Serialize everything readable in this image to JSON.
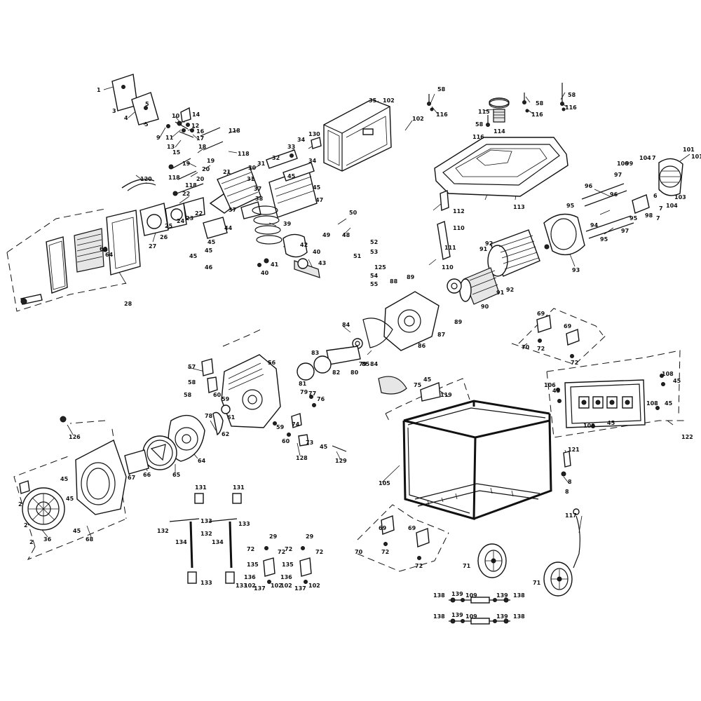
{
  "diagram": {
    "type": "exploded-parts-diagram",
    "callouts": [
      {
        "id": "c1",
        "text": "1"
      },
      {
        "id": "c2",
        "text": "3"
      },
      {
        "id": "c3",
        "text": "4"
      },
      {
        "id": "c4",
        "text": "5"
      },
      {
        "id": "c5",
        "text": "5"
      },
      {
        "id": "c6",
        "text": "9"
      },
      {
        "id": "c7",
        "text": "10"
      },
      {
        "id": "c8",
        "text": "11"
      },
      {
        "id": "c9",
        "text": "12"
      },
      {
        "id": "c10",
        "text": "13"
      },
      {
        "id": "c11",
        "text": "14"
      },
      {
        "id": "c12",
        "text": "15"
      },
      {
        "id": "c13",
        "text": "16"
      },
      {
        "id": "c14",
        "text": "17"
      },
      {
        "id": "c15",
        "text": "18"
      },
      {
        "id": "c16",
        "text": "19"
      },
      {
        "id": "c17",
        "text": "19"
      },
      {
        "id": "c18",
        "text": "20"
      },
      {
        "id": "c19",
        "text": "20"
      },
      {
        "id": "c20",
        "text": "118"
      },
      {
        "id": "c21",
        "text": "118"
      },
      {
        "id": "c22",
        "text": "118"
      },
      {
        "id": "c23",
        "text": "118"
      },
      {
        "id": "c24",
        "text": "120"
      },
      {
        "id": "c25",
        "text": "21"
      },
      {
        "id": "c26",
        "text": "22"
      },
      {
        "id": "c27",
        "text": "22"
      },
      {
        "id": "c28",
        "text": "23"
      },
      {
        "id": "c29",
        "text": "24"
      },
      {
        "id": "c30",
        "text": "25"
      },
      {
        "id": "c31",
        "text": "26"
      },
      {
        "id": "c32",
        "text": "27"
      },
      {
        "id": "c33",
        "text": "28"
      },
      {
        "id": "c34",
        "text": "30"
      },
      {
        "id": "c35",
        "text": "31"
      },
      {
        "id": "c36",
        "text": "31"
      },
      {
        "id": "c37",
        "text": "32"
      },
      {
        "id": "c38",
        "text": "33"
      },
      {
        "id": "c39",
        "text": "34"
      },
      {
        "id": "c40",
        "text": "34"
      },
      {
        "id": "c41",
        "text": "130"
      },
      {
        "id": "c42",
        "text": "35"
      },
      {
        "id": "c43",
        "text": "102"
      },
      {
        "id": "c44",
        "text": "102"
      },
      {
        "id": "c45",
        "text": "37"
      },
      {
        "id": "c46",
        "text": "37"
      },
      {
        "id": "c47",
        "text": "38"
      },
      {
        "id": "c48",
        "text": "39"
      },
      {
        "id": "c49",
        "text": "40"
      },
      {
        "id": "c50",
        "text": "40"
      },
      {
        "id": "c51",
        "text": "41"
      },
      {
        "id": "c52",
        "text": "42"
      },
      {
        "id": "c53",
        "text": "43"
      },
      {
        "id": "c54",
        "text": "44"
      },
      {
        "id": "c55",
        "text": "45"
      },
      {
        "id": "c56",
        "text": "45"
      },
      {
        "id": "c57",
        "text": "45"
      },
      {
        "id": "c58",
        "text": "46"
      },
      {
        "id": "c59",
        "text": "47"
      },
      {
        "id": "c60",
        "text": "48"
      },
      {
        "id": "c61",
        "text": "49"
      },
      {
        "id": "c62",
        "text": "50"
      },
      {
        "id": "c63",
        "text": "51"
      },
      {
        "id": "c64",
        "text": "52"
      },
      {
        "id": "c65",
        "text": "53"
      },
      {
        "id": "c66",
        "text": "54"
      },
      {
        "id": "c67",
        "text": "55"
      },
      {
        "id": "c68",
        "text": "125"
      },
      {
        "id": "c69",
        "text": "63"
      },
      {
        "id": "c70",
        "text": "64"
      },
      {
        "id": "c71",
        "text": "58"
      },
      {
        "id": "c72",
        "text": "116"
      },
      {
        "id": "c73",
        "text": "115"
      },
      {
        "id": "c74",
        "text": "114"
      },
      {
        "id": "c75",
        "text": "58"
      },
      {
        "id": "c76",
        "text": "116"
      },
      {
        "id": "c77",
        "text": "58"
      },
      {
        "id": "c78",
        "text": "116"
      },
      {
        "id": "c79",
        "text": "58"
      },
      {
        "id": "c80",
        "text": "116"
      },
      {
        "id": "c81",
        "text": "113"
      },
      {
        "id": "c82",
        "text": "112"
      },
      {
        "id": "c83",
        "text": "110"
      },
      {
        "id": "c84",
        "text": "111"
      },
      {
        "id": "c85",
        "text": "110"
      },
      {
        "id": "c86",
        "text": "100"
      },
      {
        "id": "c87",
        "text": "99"
      },
      {
        "id": "c88",
        "text": "104"
      },
      {
        "id": "c89",
        "text": "7"
      },
      {
        "id": "c90",
        "text": "101"
      },
      {
        "id": "c91",
        "text": "101"
      },
      {
        "id": "c92",
        "text": "103"
      },
      {
        "id": "c93",
        "text": "96"
      },
      {
        "id": "c94",
        "text": "97"
      },
      {
        "id": "c95",
        "text": "96"
      },
      {
        "id": "c96",
        "text": "95"
      },
      {
        "id": "c97",
        "text": "94"
      },
      {
        "id": "c98",
        "text": "95"
      },
      {
        "id": "c99",
        "text": "95"
      },
      {
        "id": "c100",
        "text": "97"
      },
      {
        "id": "c101",
        "text": "98"
      },
      {
        "id": "c102",
        "text": "7"
      },
      {
        "id": "c103",
        "text": "104"
      },
      {
        "id": "c104",
        "text": "6"
      },
      {
        "id": "c105",
        "text": "7"
      },
      {
        "id": "c106",
        "text": "93"
      },
      {
        "id": "c107",
        "text": "92"
      },
      {
        "id": "c108",
        "text": "91"
      },
      {
        "id": "c109",
        "text": "91"
      },
      {
        "id": "c110",
        "text": "92"
      },
      {
        "id": "c111",
        "text": "90"
      },
      {
        "id": "c112",
        "text": "89"
      },
      {
        "id": "c113",
        "text": "88"
      },
      {
        "id": "c114",
        "text": "89"
      },
      {
        "id": "c115",
        "text": "87"
      },
      {
        "id": "c116",
        "text": "86"
      },
      {
        "id": "c117",
        "text": "84"
      },
      {
        "id": "c118",
        "text": "85"
      },
      {
        "id": "c119",
        "text": "83"
      },
      {
        "id": "c120",
        "text": "82"
      },
      {
        "id": "c121",
        "text": "81"
      },
      {
        "id": "c122",
        "text": "79"
      },
      {
        "id": "c123",
        "text": "80"
      },
      {
        "id": "c124",
        "text": "84"
      },
      {
        "id": "c125",
        "text": "75"
      },
      {
        "id": "c126",
        "text": "45"
      },
      {
        "id": "c127",
        "text": "119"
      },
      {
        "id": "c128",
        "text": "70"
      },
      {
        "id": "c129",
        "text": "69"
      },
      {
        "id": "c130",
        "text": "69"
      },
      {
        "id": "c131",
        "text": "72"
      },
      {
        "id": "c132",
        "text": "72"
      },
      {
        "id": "c133",
        "text": "108"
      },
      {
        "id": "c134",
        "text": "45"
      },
      {
        "id": "c135",
        "text": "106"
      },
      {
        "id": "c136",
        "text": "45"
      },
      {
        "id": "c137",
        "text": "108"
      },
      {
        "id": "c138",
        "text": "45"
      },
      {
        "id": "c139",
        "text": "108"
      },
      {
        "id": "c140",
        "text": "45"
      },
      {
        "id": "c141",
        "text": "122"
      },
      {
        "id": "c142",
        "text": "121"
      },
      {
        "id": "c143",
        "text": "8"
      },
      {
        "id": "c144",
        "text": "8"
      },
      {
        "id": "c145",
        "text": "105"
      },
      {
        "id": "c146",
        "text": "117"
      },
      {
        "id": "c147",
        "text": "71"
      },
      {
        "id": "c148",
        "text": "71"
      },
      {
        "id": "c149",
        "text": "70"
      },
      {
        "id": "c150",
        "text": "69"
      },
      {
        "id": "c151",
        "text": "69"
      },
      {
        "id": "c152",
        "text": "72"
      },
      {
        "id": "c153",
        "text": "72"
      },
      {
        "id": "c154",
        "text": "138"
      },
      {
        "id": "c155",
        "text": "139"
      },
      {
        "id": "c156",
        "text": "109"
      },
      {
        "id": "c157",
        "text": "139"
      },
      {
        "id": "c158",
        "text": "138"
      },
      {
        "id": "c159",
        "text": "138"
      },
      {
        "id": "c160",
        "text": "139"
      },
      {
        "id": "c161",
        "text": "109"
      },
      {
        "id": "c162",
        "text": "139"
      },
      {
        "id": "c163",
        "text": "138"
      },
      {
        "id": "c164",
        "text": "57"
      },
      {
        "id": "c165",
        "text": "56"
      },
      {
        "id": "c166",
        "text": "58"
      },
      {
        "id": "c167",
        "text": "58"
      },
      {
        "id": "c168",
        "text": "60"
      },
      {
        "id": "c169",
        "text": "59"
      },
      {
        "id": "c170",
        "text": "61"
      },
      {
        "id": "c171",
        "text": "62"
      },
      {
        "id": "c172",
        "text": "78"
      },
      {
        "id": "c173",
        "text": "79"
      },
      {
        "id": "c174",
        "text": "77"
      },
      {
        "id": "c175",
        "text": "76"
      },
      {
        "id": "c176",
        "text": "74"
      },
      {
        "id": "c177",
        "text": "59"
      },
      {
        "id": "c178",
        "text": "60"
      },
      {
        "id": "c179",
        "text": "128"
      },
      {
        "id": "c180",
        "text": "73"
      },
      {
        "id": "c181",
        "text": "45"
      },
      {
        "id": "c182",
        "text": "129"
      },
      {
        "id": "c183",
        "text": "126"
      },
      {
        "id": "c184",
        "text": "67"
      },
      {
        "id": "c185",
        "text": "66"
      },
      {
        "id": "c186",
        "text": "65"
      },
      {
        "id": "c187",
        "text": "64"
      },
      {
        "id": "c188",
        "text": "45"
      },
      {
        "id": "c189",
        "text": "45"
      },
      {
        "id": "c190",
        "text": "45"
      },
      {
        "id": "c191",
        "text": "2"
      },
      {
        "id": "c192",
        "text": "2"
      },
      {
        "id": "c193",
        "text": "2"
      },
      {
        "id": "c194",
        "text": "36"
      },
      {
        "id": "c195",
        "text": "68"
      },
      {
        "id": "c196",
        "text": "131"
      },
      {
        "id": "c197",
        "text": "131"
      },
      {
        "id": "c198",
        "text": "132"
      },
      {
        "id": "c199",
        "text": "133"
      },
      {
        "id": "c200",
        "text": "132"
      },
      {
        "id": "c201",
        "text": "133"
      },
      {
        "id": "c202",
        "text": "134"
      },
      {
        "id": "c203",
        "text": "134"
      },
      {
        "id": "c204",
        "text": "133"
      },
      {
        "id": "c205",
        "text": "133"
      },
      {
        "id": "c206",
        "text": "29"
      },
      {
        "id": "c207",
        "text": "72"
      },
      {
        "id": "c208",
        "text": "72"
      },
      {
        "id": "c209",
        "text": "135"
      },
      {
        "id": "c210",
        "text": "136"
      },
      {
        "id": "c211",
        "text": "102"
      },
      {
        "id": "c212",
        "text": "137"
      },
      {
        "id": "c213",
        "text": "102"
      },
      {
        "id": "c214",
        "text": "29"
      },
      {
        "id": "c215",
        "text": "72"
      },
      {
        "id": "c216",
        "text": "72"
      },
      {
        "id": "c217",
        "text": "135"
      },
      {
        "id": "c218",
        "text": "136"
      },
      {
        "id": "c219",
        "text": "102"
      },
      {
        "id": "c220",
        "text": "137"
      },
      {
        "id": "c221",
        "text": "102"
      },
      {
        "id": "c222",
        "text": "45"
      },
      {
        "id": "c223",
        "text": "45"
      }
    ]
  }
}
